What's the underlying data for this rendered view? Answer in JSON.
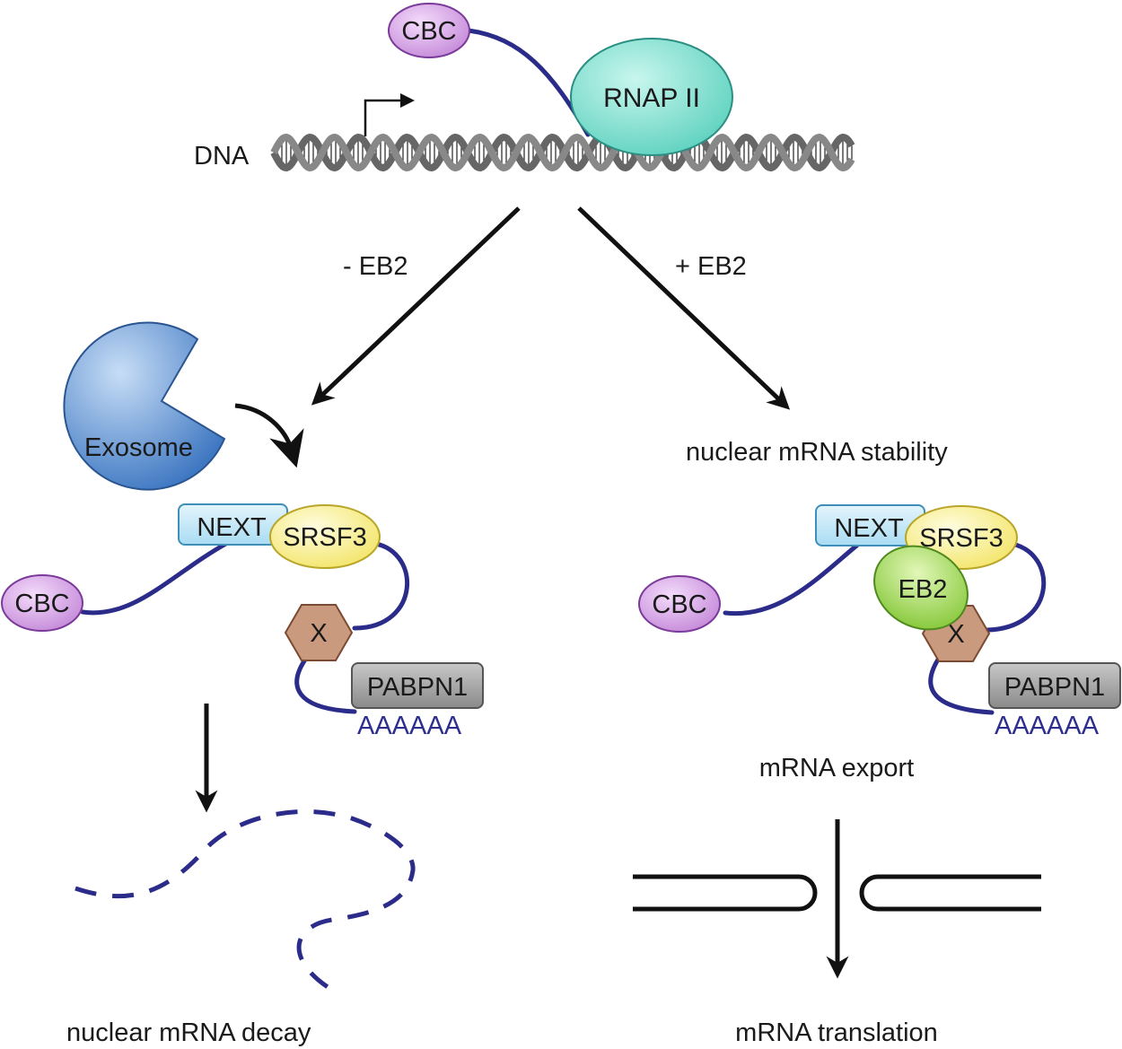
{
  "top": {
    "dna_label": "DNA",
    "cbc_label": "CBC",
    "rnap_label": "RNAP II",
    "condition_minus": "- EB2",
    "condition_plus": "+ EB2"
  },
  "left": {
    "exosome_label": "Exosome",
    "next_label": "NEXT",
    "srsf3_label": "SRSF3",
    "cbc_label": "CBC",
    "x_label": "X",
    "pabpn1_label": "PABPN1",
    "polya_label": "AAAAAA",
    "outcome_label": "nuclear mRNA decay"
  },
  "right": {
    "stability_label": "nuclear mRNA stability",
    "next_label": "NEXT",
    "srsf3_label": "SRSF3",
    "eb2_label": "EB2",
    "cbc_label": "CBC",
    "x_label": "X",
    "pabpn1_label": "PABPN1",
    "polya_label": "AAAAAA",
    "export_label": "mRNA export",
    "outcome_label": "mRNA translation"
  },
  "colors": {
    "cbc": "#d9a6ea",
    "rnap": "#7fe0cf",
    "next": "#bfe6f7",
    "srsf3": "#fbf39a",
    "eb2": "#a8dc55",
    "x_hex": "#c99a7e",
    "pabpn1": "#9a9a9a",
    "exosome": "#5b8fd0",
    "rna": "#2b2b8a"
  }
}
